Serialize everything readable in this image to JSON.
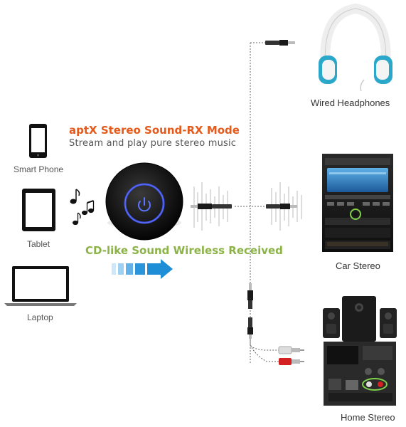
{
  "title": "aptX Stereo Sound-RX Mode",
  "subtitle": "Stream and play pure stereo music",
  "tagline": "CD-like Sound Wireless Received",
  "sources": [
    {
      "label": "Smart Phone",
      "icon": "smartphone-icon"
    },
    {
      "label": "Tablet",
      "icon": "tablet-icon"
    },
    {
      "label": "Laptop",
      "icon": "laptop-icon"
    }
  ],
  "outputs": [
    {
      "label": "Wired Headphones",
      "icon": "headphones-icon"
    },
    {
      "label": "Car Stereo",
      "icon": "car-stereo-icon"
    },
    {
      "label": "Home Stereo",
      "icon": "home-stereo-icon"
    }
  ],
  "colors": {
    "title": "#e35a1c",
    "tagline": "#8bb348",
    "arrow": "#1e8fd6",
    "power_ring": "#3c4fe0",
    "headphone_accent": "#2aa7c9",
    "highlight_ring": "#7fd04a"
  }
}
